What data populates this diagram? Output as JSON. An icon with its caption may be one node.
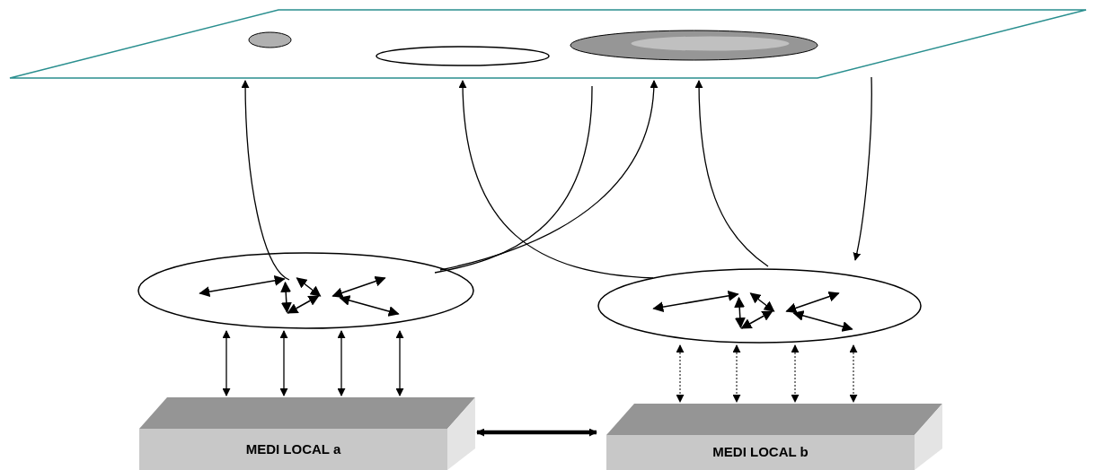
{
  "diagram": {
    "nodes": [
      {
        "text": [],
        "shape": "parallelogram"
      },
      {
        "text": [],
        "shape": "ellipse",
        "in": 0
      },
      {
        "text": [],
        "shape": "ellipse",
        "in": 0
      },
      {
        "text": [],
        "shape": "ellipse",
        "in": 0
      },
      {
        "text": [],
        "shape": "ellipse"
      },
      {
        "text": [],
        "shape": "ellipse"
      },
      {
        "text": [
          "MEDI LOCAL a"
        ]
      },
      {
        "text": [
          "MEDI LOCAL b"
        ]
      }
    ],
    "edges": [
      {
        "from": 4,
        "to": 0,
        "arrow": "to"
      },
      {
        "from": 0,
        "to": 4,
        "arrow": "none"
      },
      {
        "from": 4,
        "to": 0,
        "arrow": "to"
      },
      {
        "from": 5,
        "to": 0,
        "arrow": "to"
      },
      {
        "from": 5,
        "to": 0,
        "arrow": "to"
      },
      {
        "from": 0,
        "to": 5,
        "arrow": "to"
      },
      {
        "from": 4,
        "to": 6,
        "arrow": "both"
      },
      {
        "from": 4,
        "to": 6,
        "arrow": "both"
      },
      {
        "from": 4,
        "to": 6,
        "arrow": "both"
      },
      {
        "from": 4,
        "to": 6,
        "arrow": "both"
      },
      {
        "from": 5,
        "to": 7,
        "arrow": "both",
        "style": "dashed"
      },
      {
        "from": 5,
        "to": 7,
        "arrow": "both",
        "style": "dashed"
      },
      {
        "from": 5,
        "to": 7,
        "arrow": "both",
        "style": "dashed"
      },
      {
        "from": 5,
        "to": 7,
        "arrow": "both",
        "style": "dashed"
      },
      {
        "from": 6,
        "to": 7,
        "arrow": "both",
        "style": "thick"
      }
    ]
  }
}
